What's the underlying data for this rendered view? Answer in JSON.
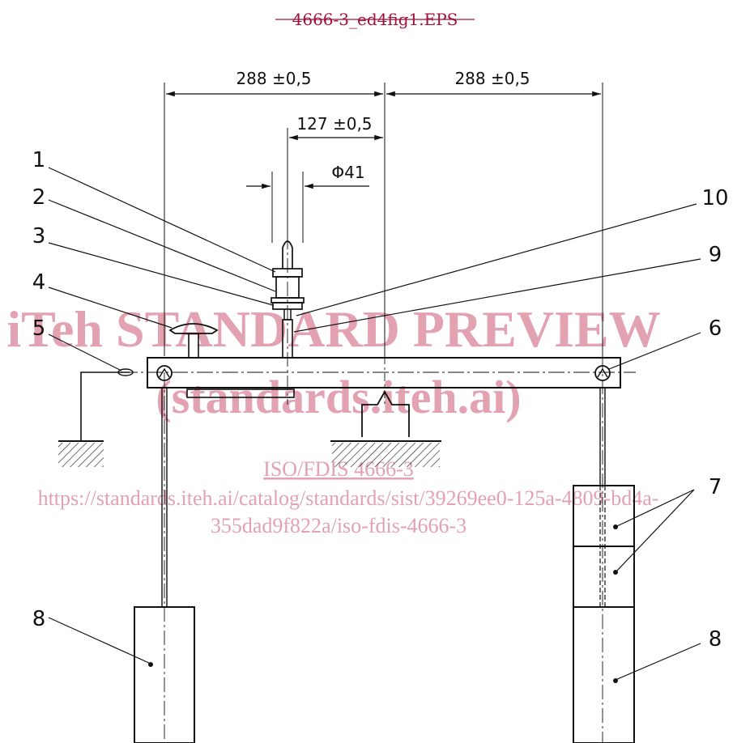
{
  "caption": "4666-3_ed4fig1.EPS",
  "dimensions": {
    "left_span": "288  ±0,5",
    "right_span": "288  ±0,5",
    "offset": "127  ±0,5",
    "diameter": "Φ41"
  },
  "callouts": [
    "1",
    "2",
    "3",
    "4",
    "5",
    "6",
    "7",
    "8",
    "8",
    "9",
    "10"
  ],
  "watermark": {
    "line1": "iTeh STANDARD PREVIEW",
    "line2": "(standards.iteh.ai)",
    "line3": "ISO/FDIS 4666-3",
    "line4": "https://standards.iteh.ai/catalog/standards/sist/39269ee0-125a-4809-bd4a-",
    "line5": "355dad9f822a/iso-fdis-4666-3"
  },
  "colors": {
    "ink": "#111111",
    "caption": "#a0103a",
    "watermark": "#e3a2b1"
  }
}
